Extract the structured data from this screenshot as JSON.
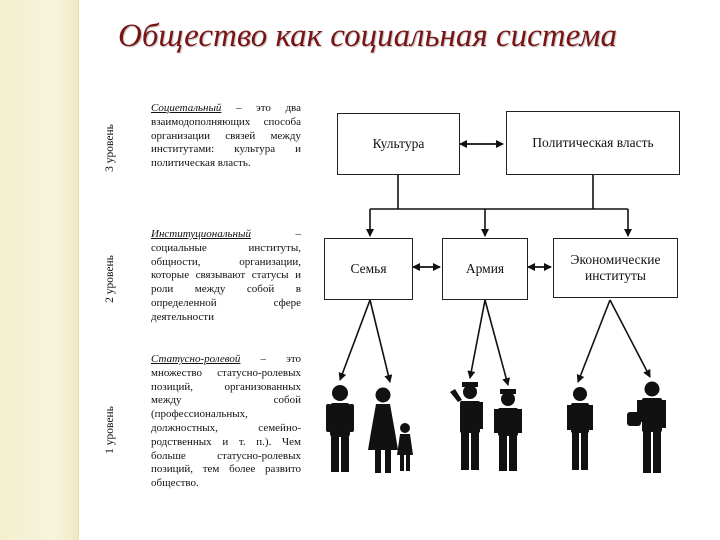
{
  "title": "Общество как социальная система",
  "levels": [
    {
      "label": "3 уровень",
      "term": "Социетальный",
      "text": " – это два взаимодополняющих способа организации связей между институтами: культура и политическая власть."
    },
    {
      "label": "2 уровень",
      "term": "Институциональный",
      "text": " – социальные институты, общности, организации, которые связывают статусы и роли между собой в определенной сфере деятельности"
    },
    {
      "label": "1 уровень",
      "term": "Статусно-ролевой",
      "text": " – это множество статусно-ролевых позиций, организованных между собой (профессиональных, должностных, семейно-родственных и т. п.). Чем больше статусно-ролевых позиций, тем более развито общество."
    }
  ],
  "boxes": {
    "culture": "Культура",
    "politics": "Политическая власть",
    "family": "Семья",
    "army": "Армия",
    "economy": "Экономические институты"
  }
}
